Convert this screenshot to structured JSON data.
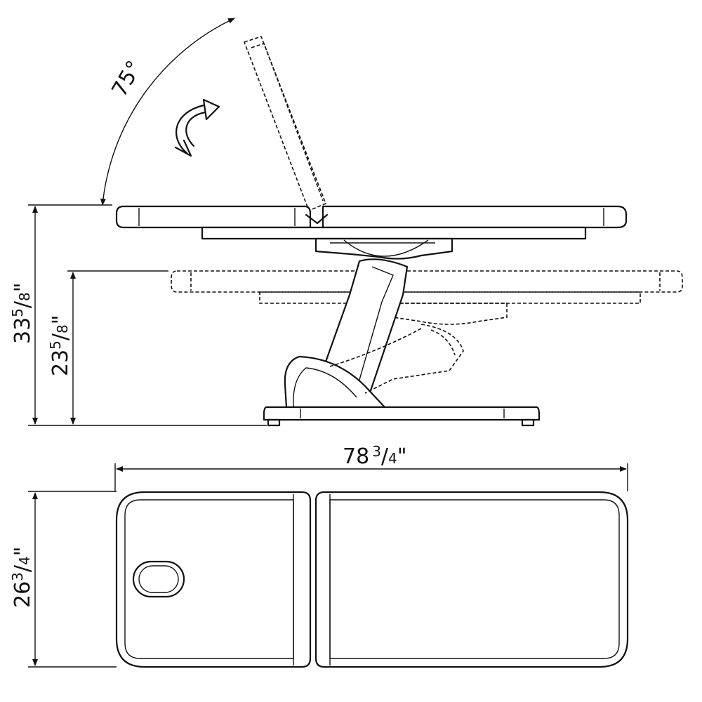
{
  "diagram": {
    "angle_label": "75°",
    "dim_total_height": {
      "whole": "33",
      "num": "5",
      "den": "8",
      "unit": "\""
    },
    "dim_min_height": {
      "whole": "23",
      "num": "5",
      "den": "8",
      "unit": "\""
    },
    "dim_length": {
      "whole": "78",
      "num": "3",
      "den": "4",
      "unit": "\""
    },
    "dim_width": {
      "whole": "26",
      "num": "3",
      "den": "4",
      "unit": "\""
    }
  }
}
